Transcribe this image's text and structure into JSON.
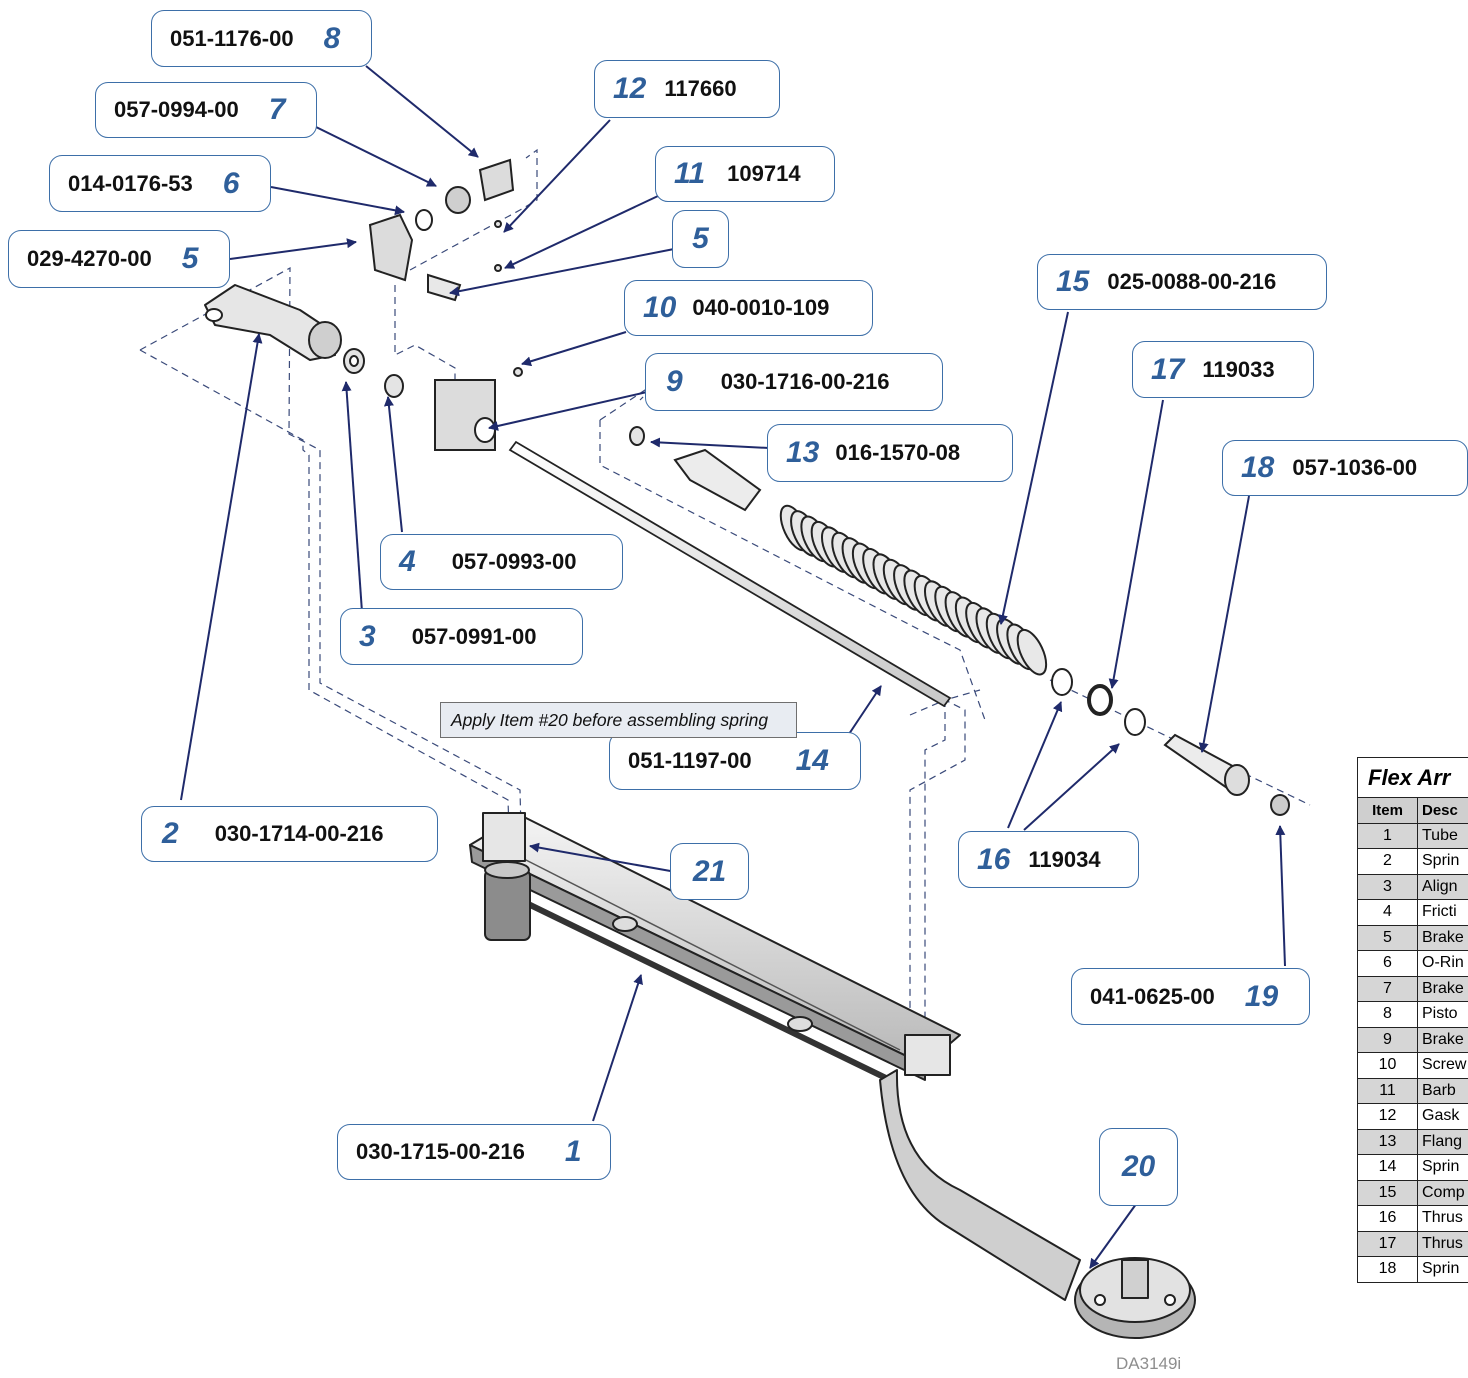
{
  "callouts": [
    {
      "num": "8",
      "part": "051-1176-00"
    },
    {
      "num": "7",
      "part": "057-0994-00"
    },
    {
      "num": "6",
      "part": "014-0176-53"
    },
    {
      "num": "5",
      "part": "029-4270-00"
    },
    {
      "num": "12",
      "part": "117660"
    },
    {
      "num": "11",
      "part": "109714"
    },
    {
      "num": "5",
      "part": ""
    },
    {
      "num": "10",
      "part": "040-0010-109"
    },
    {
      "num": "9",
      "part": "030-1716-00-216"
    },
    {
      "num": "13",
      "part": "016-1570-08"
    },
    {
      "num": "15",
      "part": "025-0088-00-216"
    },
    {
      "num": "17",
      "part": "119033"
    },
    {
      "num": "18",
      "part": "057-1036-00"
    },
    {
      "num": "4",
      "part": "057-0993-00"
    },
    {
      "num": "3",
      "part": "057-0991-00"
    },
    {
      "num": "14",
      "part": "051-1197-00"
    },
    {
      "num": "2",
      "part": "030-1714-00-216"
    },
    {
      "num": "21",
      "part": ""
    },
    {
      "num": "16",
      "part": "119034"
    },
    {
      "num": "19",
      "part": "041-0625-00"
    },
    {
      "num": "1",
      "part": "030-1715-00-216"
    },
    {
      "num": "20",
      "part": ""
    }
  ],
  "note": "Apply Item #20 before assembling spring",
  "drawing_id": "DA3149i",
  "table": {
    "title": "Flex Arr",
    "headers": [
      "Item",
      "Desc"
    ],
    "rows": [
      [
        "1",
        "Tube"
      ],
      [
        "2",
        "Sprin"
      ],
      [
        "3",
        "Align"
      ],
      [
        "4",
        "Fricti"
      ],
      [
        "5",
        "Brake"
      ],
      [
        "6",
        "O-Rin"
      ],
      [
        "7",
        "Brake"
      ],
      [
        "8",
        "Pisto"
      ],
      [
        "9",
        "Brake"
      ],
      [
        "10",
        "Screw"
      ],
      [
        "11",
        "Barb"
      ],
      [
        "12",
        "Gask"
      ],
      [
        "13",
        "Flang"
      ],
      [
        "14",
        "Sprin"
      ],
      [
        "15",
        "Comp"
      ],
      [
        "16",
        "Thrus"
      ],
      [
        "17",
        "Thrus"
      ],
      [
        "18",
        "Sprin"
      ]
    ]
  },
  "colors": {
    "callout_border": "#3d6fa8",
    "item_number": "#2f5f9a",
    "leader": "#1f2a6b",
    "note_fill": "#e8ecf2"
  }
}
